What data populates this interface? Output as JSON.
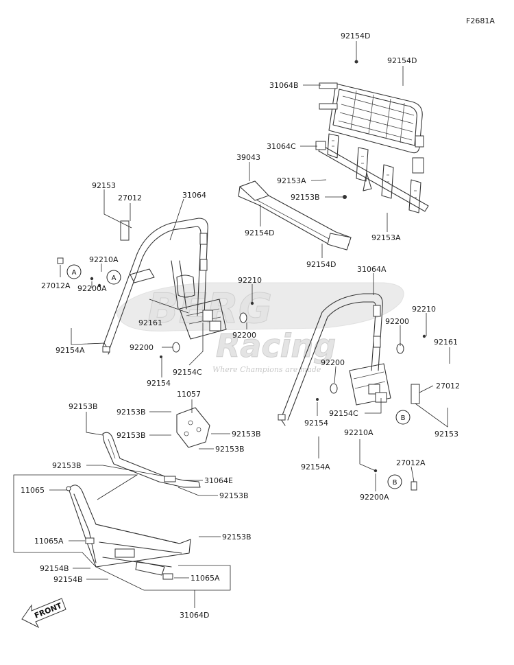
{
  "figure_code": "F2681A",
  "watermark": {
    "brand": "BERG",
    "sub": "Racing",
    "tagline": "Where Champions are made"
  },
  "front_label": "FRONT",
  "callouts": [
    "A",
    "A",
    "B",
    "B"
  ],
  "labels": [
    "92154D",
    "92154D",
    "31064B",
    "31064C",
    "39043",
    "92153A",
    "92153B",
    "92154D",
    "92153A",
    "92154D",
    "92153",
    "27012",
    "31064",
    "92210A",
    "27012A",
    "92200A",
    "92210",
    "92161",
    "92200",
    "92200",
    "92154",
    "92154C",
    "92154A",
    "31064A",
    "92210",
    "92200",
    "92161",
    "92200",
    "27012",
    "92154",
    "92154C",
    "92153",
    "92154A",
    "92210A",
    "27012A",
    "92200A",
    "11057",
    "92153B",
    "92153B",
    "92153B",
    "92153B",
    "92153B",
    "92153B",
    "31064E",
    "92153B",
    "11065",
    "92153B",
    "11065A",
    "92154B",
    "92154B",
    "11065A",
    "31064D"
  ]
}
